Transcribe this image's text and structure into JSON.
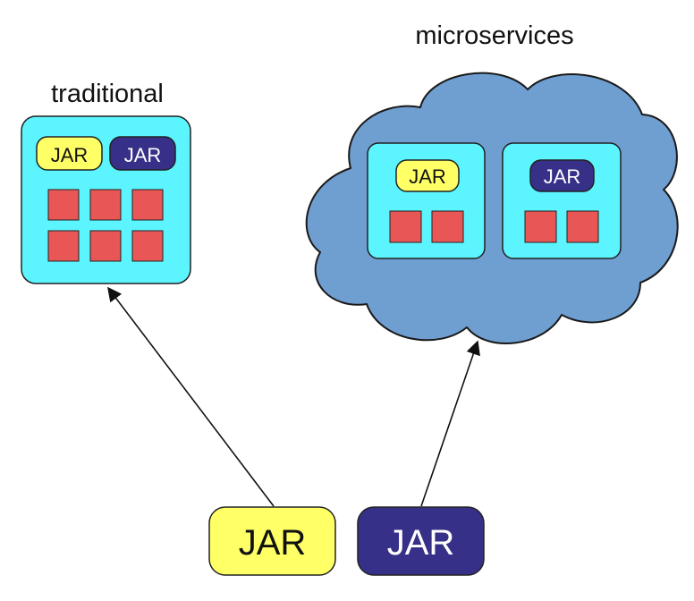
{
  "labels": {
    "traditional": "traditional",
    "microservices": "microservices"
  },
  "traditional_box": {
    "jar_yellow": "JAR",
    "jar_navy": "JAR",
    "module_count": 6
  },
  "microservices_cloud": {
    "service_left": {
      "jar": "JAR",
      "module_count": 2
    },
    "service_right": {
      "jar": "JAR",
      "module_count": 2
    }
  },
  "bottom_jars": {
    "yellow": "JAR",
    "navy": "JAR"
  },
  "colors": {
    "cyan_box": "#5cf5ff",
    "cloud": "#6f9ed1",
    "yellow_jar": "#ffff66",
    "navy_jar": "#363088",
    "module": "#e85656",
    "outline": "#222222"
  }
}
